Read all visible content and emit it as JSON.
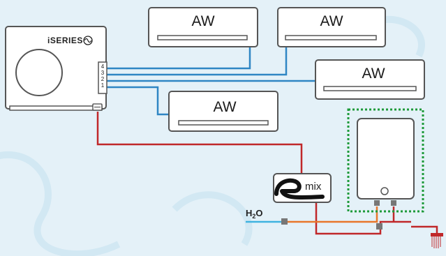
{
  "outdoor_unit": {
    "brand": "iSERIES",
    "ports": [
      "4",
      "3",
      "2",
      "1"
    ]
  },
  "indoor_units": [
    {
      "label": "AW"
    },
    {
      "label": "AW"
    },
    {
      "label": "AW"
    },
    {
      "label": "AW"
    }
  ],
  "mixer": {
    "label": "mix"
  },
  "water_inlet": {
    "label": "H",
    "sub": "2",
    "suffix": "O"
  },
  "colors": {
    "refrigerant_line": "#2f86c4",
    "power_line": "#c0282a",
    "hot_water_line": "#e8772b",
    "cold_water_line": "#3fb3e0",
    "boiler_dotted_border": "#1e9a3a"
  }
}
